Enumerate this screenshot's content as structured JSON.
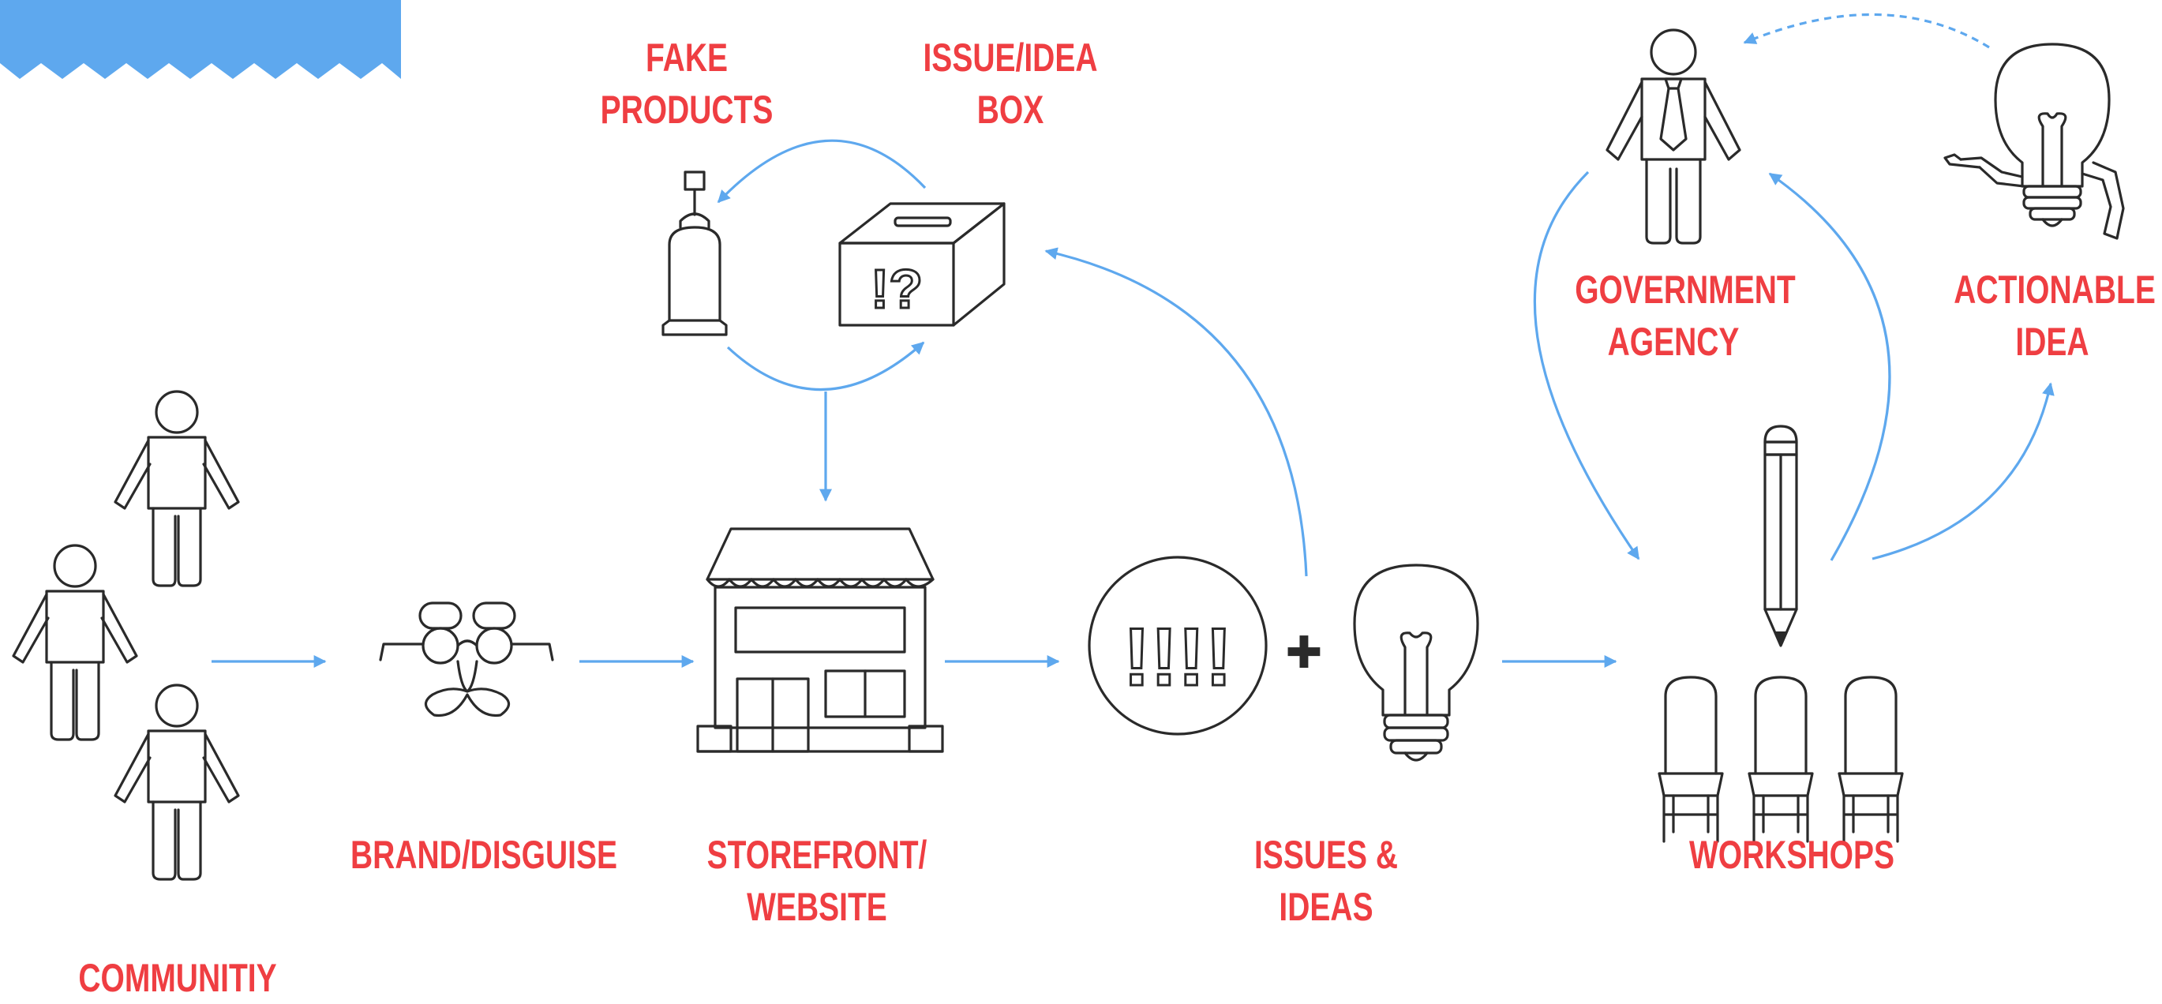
{
  "colors": {
    "accent": "#5ea8ee",
    "label": "#ef3e42",
    "stroke": "#2a2a2a"
  },
  "labels": {
    "fake_products": "FAKE PRODUCTS",
    "issue_box": "ISSUE/IDEA BOX",
    "government_agency": "GOVERNMENT\nAGENCY",
    "actionable_idea": "ACTIONABLE\nIDEA",
    "brand_disguise": "BRAND/DISGUISE",
    "storefront": "STOREFRONT/\nWEBSITE",
    "issues_ideas": "ISSUES & IDEAS",
    "workshops": "WORKSHOPS",
    "community": "COMMUNITIY"
  },
  "icons": {
    "box_glyph": "!?",
    "issues_glyph": "!!!!",
    "plus_glyph": "✚"
  }
}
